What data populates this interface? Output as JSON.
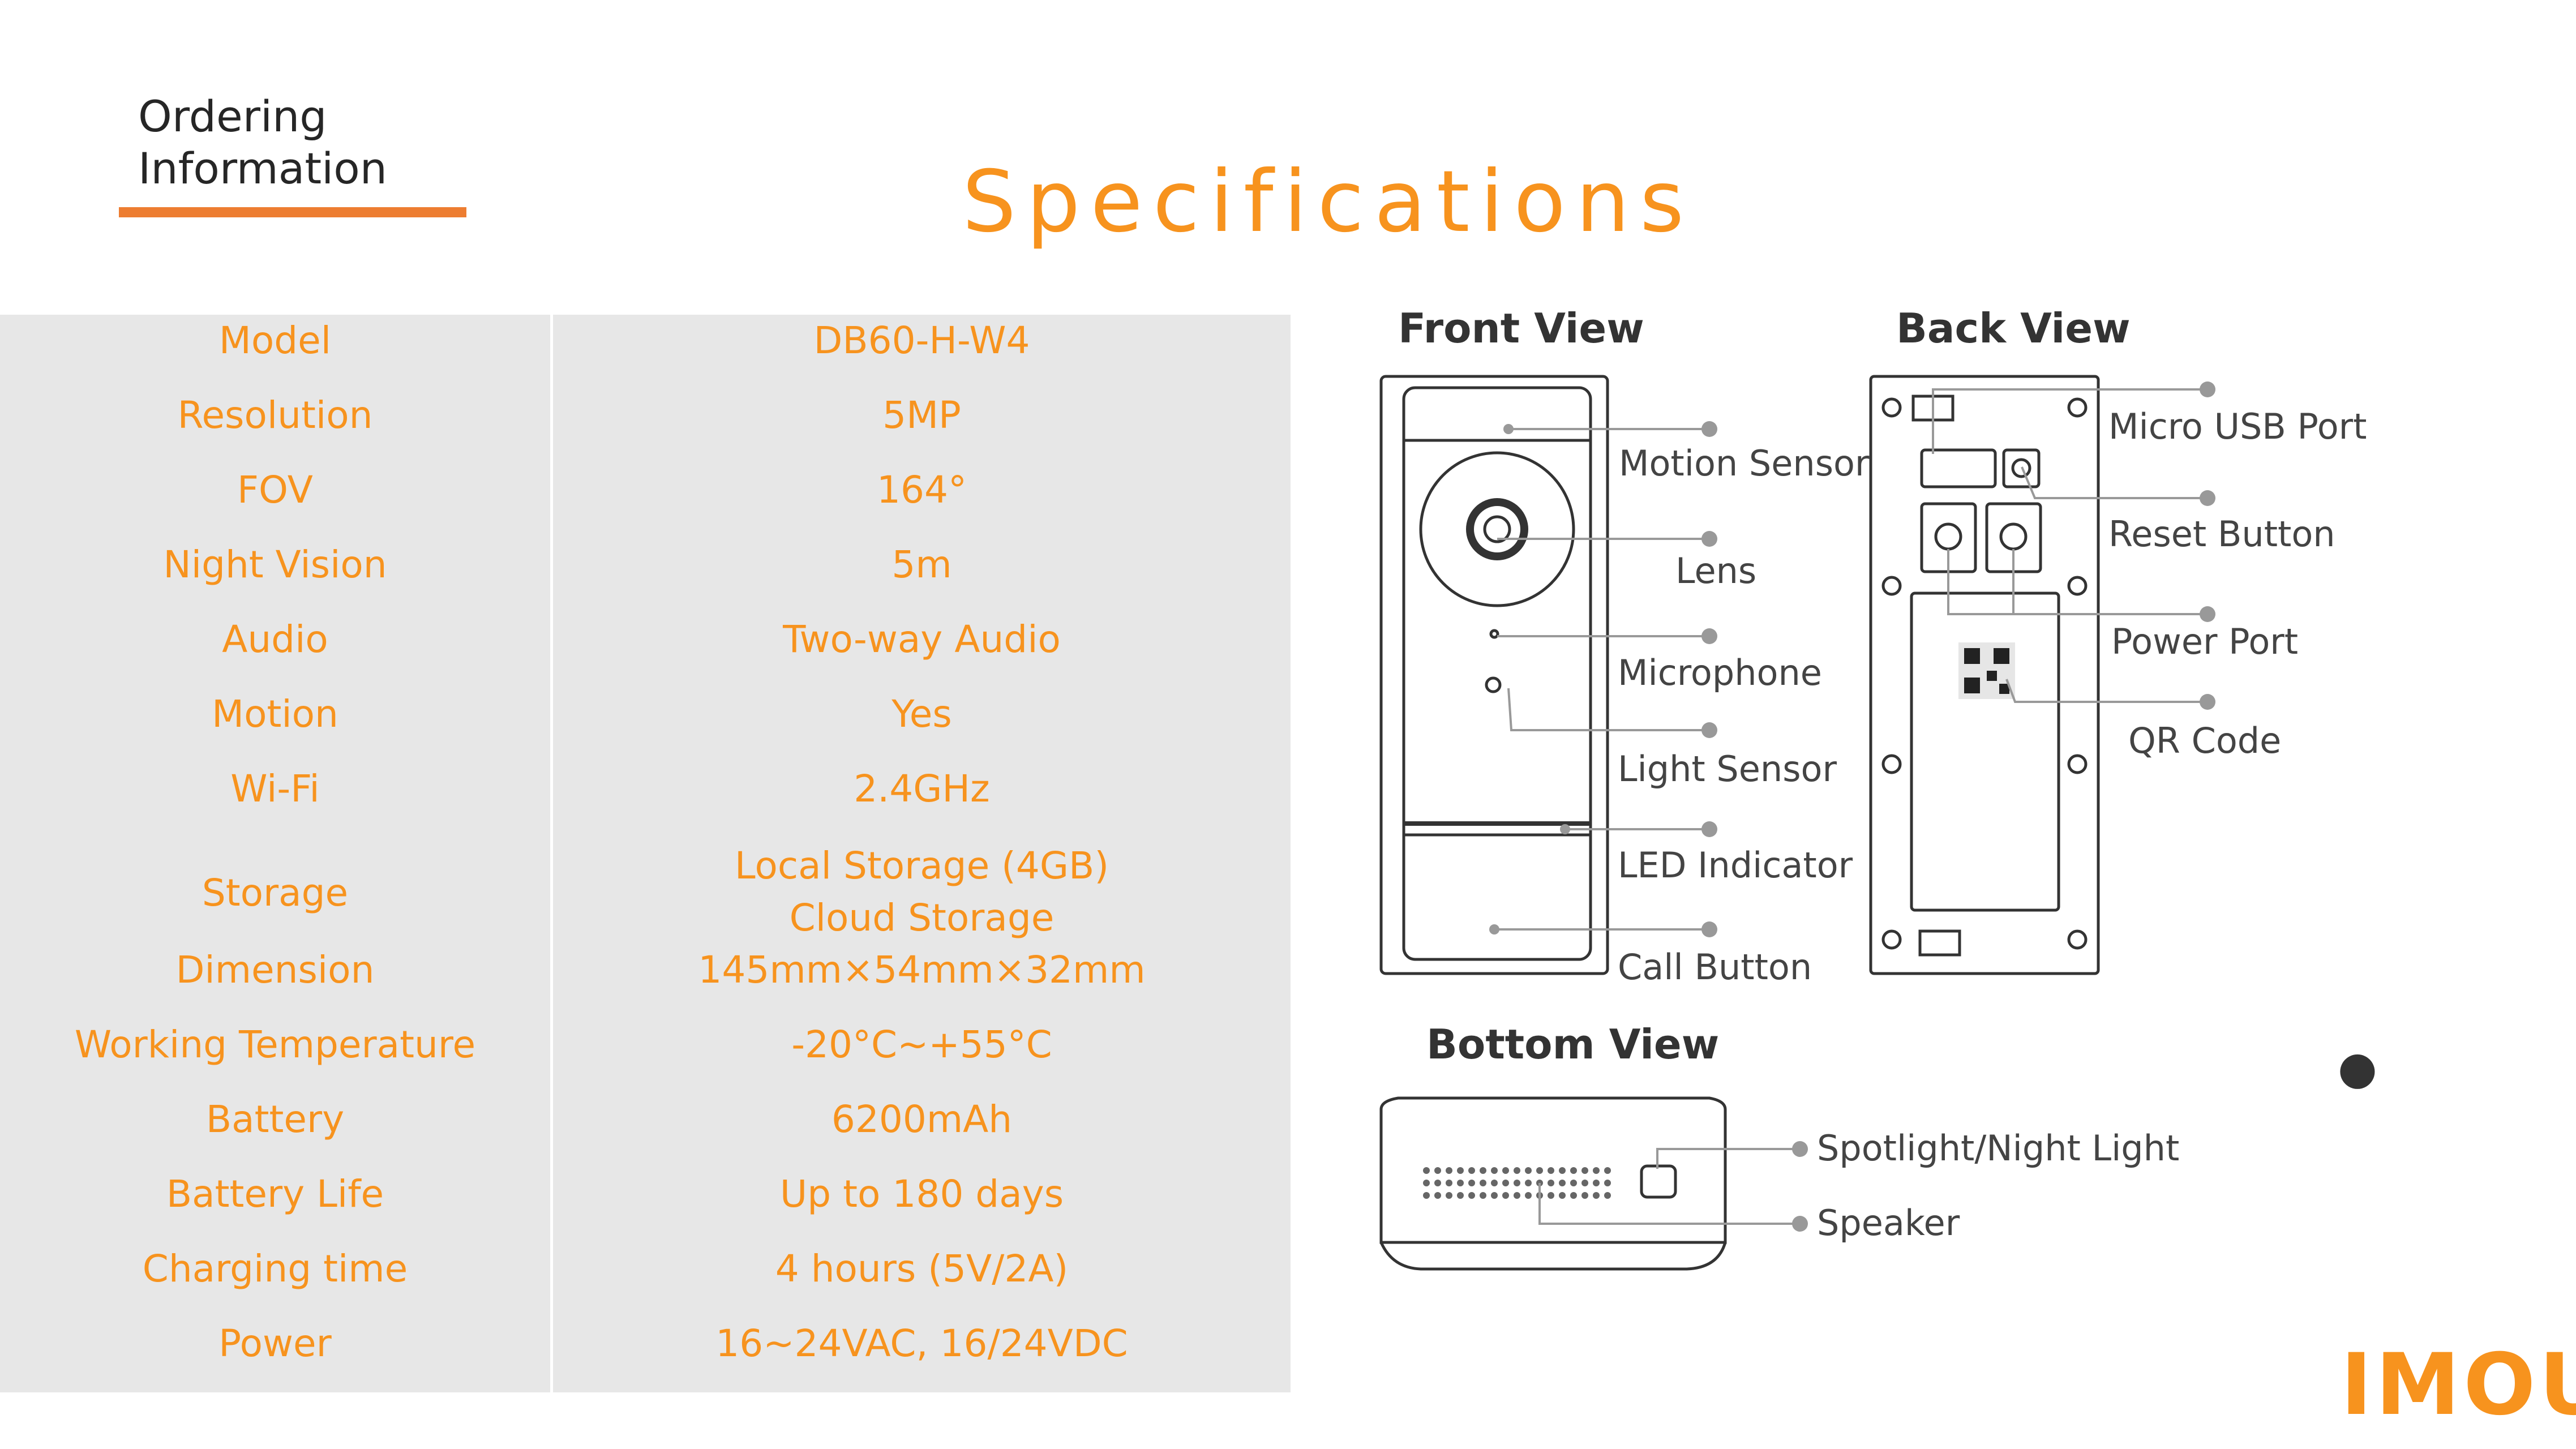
{
  "nav": {
    "line1": "Ordering",
    "line2": "Information"
  },
  "title": "Specifications",
  "specs": [
    {
      "label": "Model",
      "value": "DB60-H-W4"
    },
    {
      "label": "Resolution",
      "value": "5MP"
    },
    {
      "label": "FOV",
      "value": "164°"
    },
    {
      "label": "Night Vision",
      "value": "5m"
    },
    {
      "label": "Audio",
      "value": "Two-way Audio"
    },
    {
      "label": "Motion",
      "value": "Yes"
    },
    {
      "label": "Wi-Fi",
      "value": "2.4GHz"
    },
    {
      "label": "Storage",
      "value": "Local Storage (4GB)",
      "value2": "Cloud Storage"
    },
    {
      "label": "Dimension",
      "value": "145mm×54mm×32mm"
    },
    {
      "label": "Working Temperature",
      "value": "-20°C~+55°C"
    },
    {
      "label": "Battery",
      "value": "6200mAh"
    },
    {
      "label": "Battery Life",
      "value": "Up to 180 days"
    },
    {
      "label": "Charging time",
      "value": "4 hours (5V/2A)"
    },
    {
      "label": "Power",
      "value": "16~24VAC, 16/24VDC"
    }
  ],
  "diagram": {
    "front_view": "Front View",
    "back_view": "Back View",
    "bottom_view": "Bottom View",
    "front_labels": [
      "Motion Sensor",
      "Lens",
      "Microphone",
      "Light Sensor",
      "LED Indicator",
      "Call Button"
    ],
    "back_labels": [
      "Micro USB Port",
      "Reset Button",
      "Power Port",
      "QR Code"
    ],
    "bottom_labels": [
      "Spotlight/Night Light",
      "Speaker"
    ]
  },
  "logo": "IMOU",
  "colors": {
    "accent": "#f7931e",
    "nav_underline": "#ed7d31",
    "table_bg": "#e7e7e7"
  }
}
